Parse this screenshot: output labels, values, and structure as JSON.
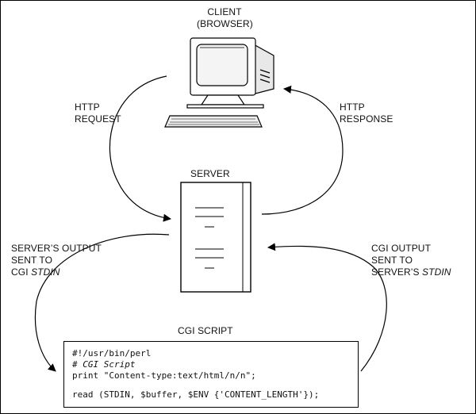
{
  "labels": {
    "client": [
      "CLIENT",
      "(BROWSER)"
    ],
    "http_request": [
      "HTTP",
      "REQUEST"
    ],
    "http_response": [
      "HTTP",
      "RESPONSE"
    ],
    "server": "SERVER",
    "server_output": [
      "SERVER’S OUTPUT",
      "SENT TO"
    ],
    "server_output_last": {
      "prefix": "CGI ",
      "italic": "STDIN"
    },
    "cgi_output": [
      "CGI OUTPUT",
      "SENT TO"
    ],
    "cgi_output_last": {
      "prefix": "SERVER’S ",
      "italic": "STDIN"
    },
    "cgi_script": "CGI SCRIPT"
  },
  "code": {
    "line1": "#!/usr/bin/perl",
    "line2": "# CGI Script",
    "line3": "print \"Content-type:text/html/n/n\";",
    "line4": "read (STDIN, $buffer, $ENV {'CONTENT_LENGTH'});"
  }
}
